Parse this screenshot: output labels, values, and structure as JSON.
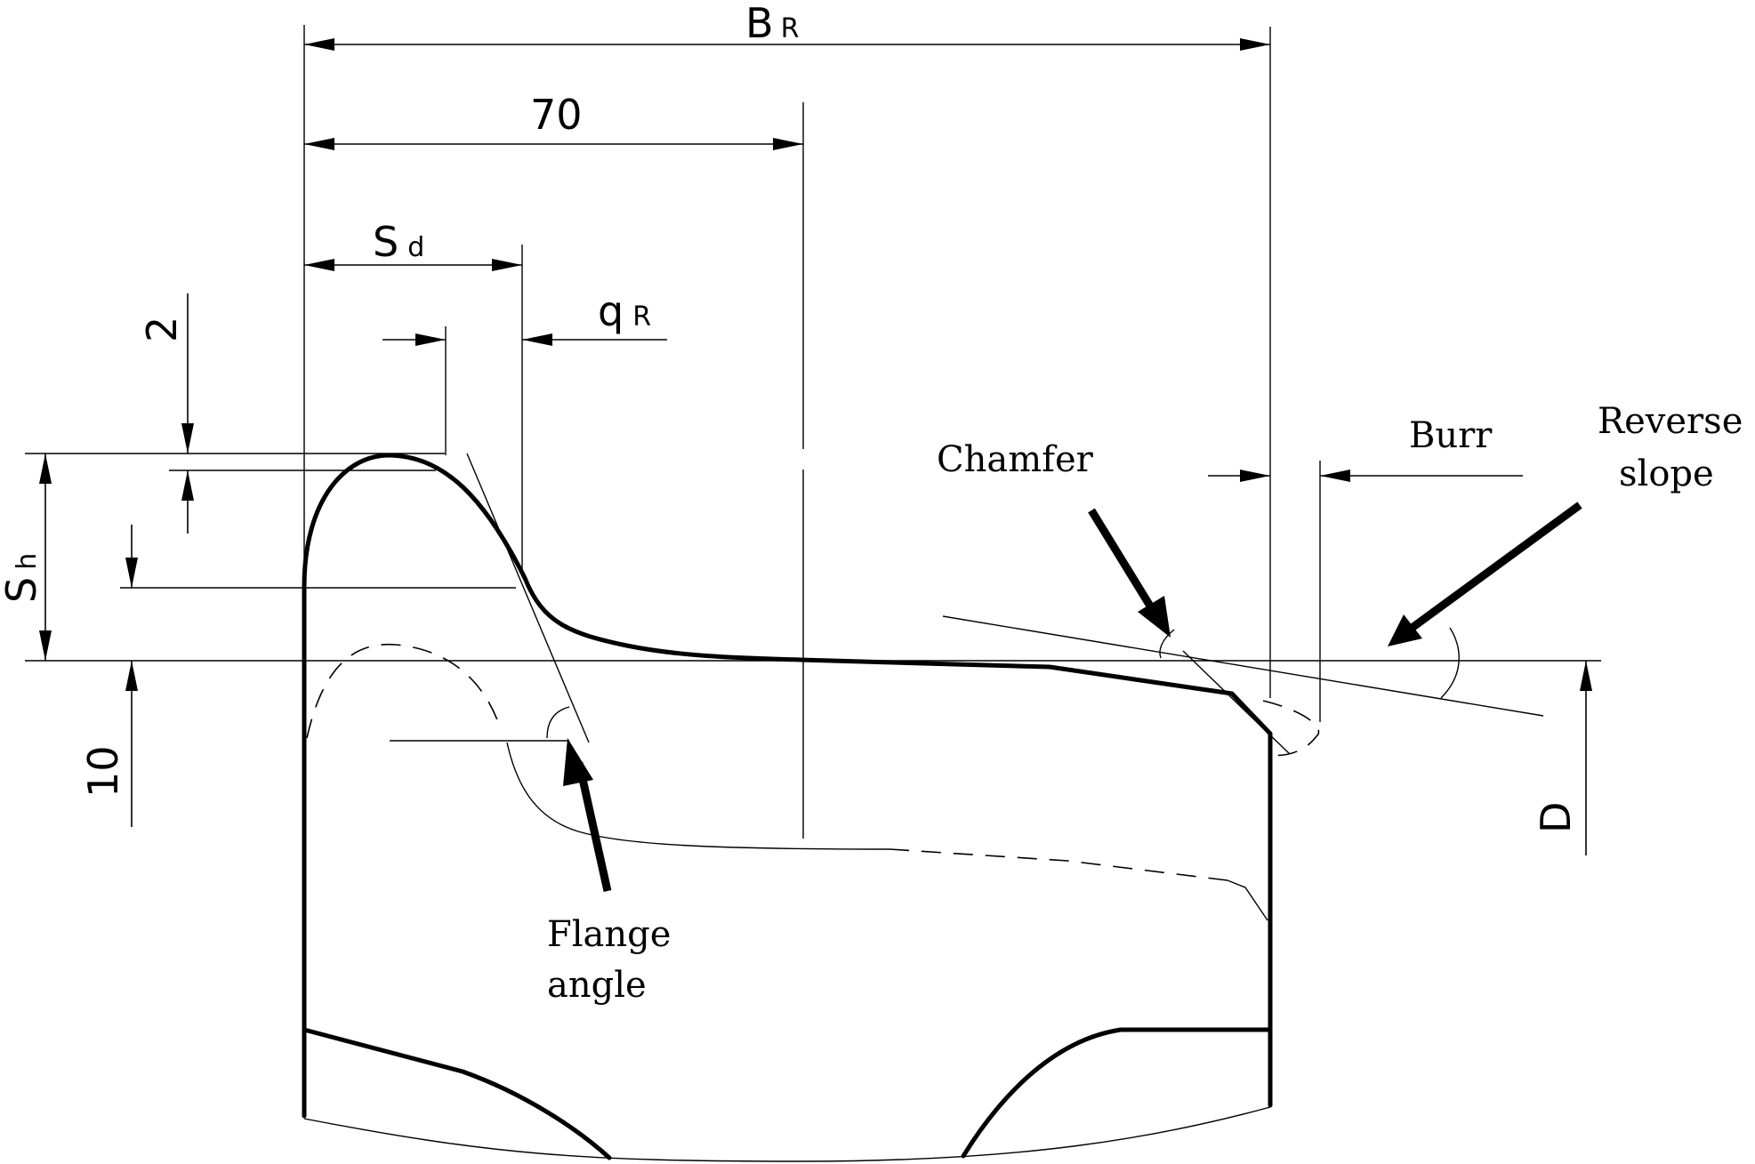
{
  "labels": {
    "b_main": "B",
    "b_sub": "R",
    "seventy": "70",
    "s_main": "S",
    "sd_sub": "d",
    "q_main": "q",
    "q_sub": "R",
    "two": "2",
    "sh_sub": "h",
    "ten": "10",
    "d": "D",
    "chamfer": "Chamfer",
    "burr": "Burr",
    "reverse_slope_line1": "Reverse",
    "reverse_slope_line2": "slope",
    "flange_angle_line1": "Flange",
    "flange_angle_line2": "angle"
  }
}
